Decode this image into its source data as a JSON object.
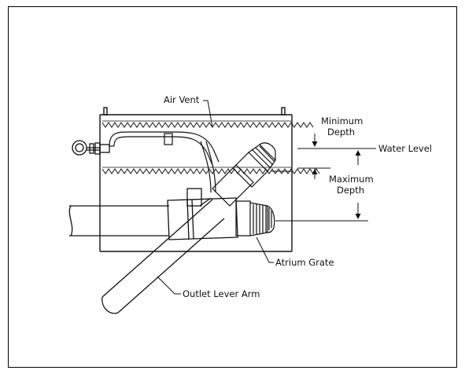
{
  "diagram": {
    "labels": {
      "air_vent": "Air Vent",
      "minimum": "Minimum",
      "depth_min": "Depth",
      "water_level": "Water Level",
      "maximum": "Maximum",
      "depth_max": "Depth",
      "atrium_grate": "Atrium Grate",
      "outlet_lever_arm": "Outlet Lever Arm"
    },
    "colors": {
      "line": "#111111",
      "background": "#ffffff"
    }
  }
}
